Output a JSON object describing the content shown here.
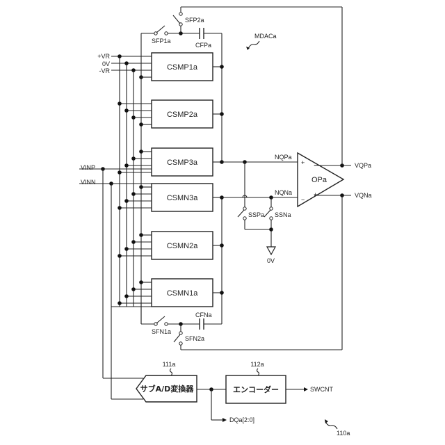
{
  "diagram": {
    "title_ref": "MDACa",
    "figure_ref": "110a",
    "references": [
      "+VR",
      "0V",
      "-VR"
    ],
    "inputs": [
      "VINP",
      "VINN"
    ],
    "sampling_blocks_p": [
      "CSMP1a",
      "CSMP2a",
      "CSMP3a"
    ],
    "sampling_blocks_n": [
      "CSMN3a",
      "CSMN2a",
      "CSMN1a"
    ],
    "feedback_p": {
      "switch1": "SFP1a",
      "switch2": "SFP2a",
      "capacitor": "CFPa"
    },
    "feedback_n": {
      "switch1": "SFN1a",
      "switch2": "SFN2a",
      "capacitor": "CFNa"
    },
    "opamp": {
      "label": "OPa",
      "in_p_node": "NQPa",
      "in_n_node": "NQNa",
      "out_p": "VQPa",
      "out_n": "VQNa",
      "plus_sign": "+",
      "minus_sign": "−"
    },
    "short_switches": [
      "SSPa",
      "SSNa"
    ],
    "ground_label": "0V",
    "adc": {
      "ref": "111a",
      "label": "サブA/D変換器"
    },
    "encoder": {
      "ref": "112a",
      "label": "エンコーダー"
    },
    "outputs": {
      "control": "SWCNT",
      "digital": "DQa[2:0]"
    }
  }
}
